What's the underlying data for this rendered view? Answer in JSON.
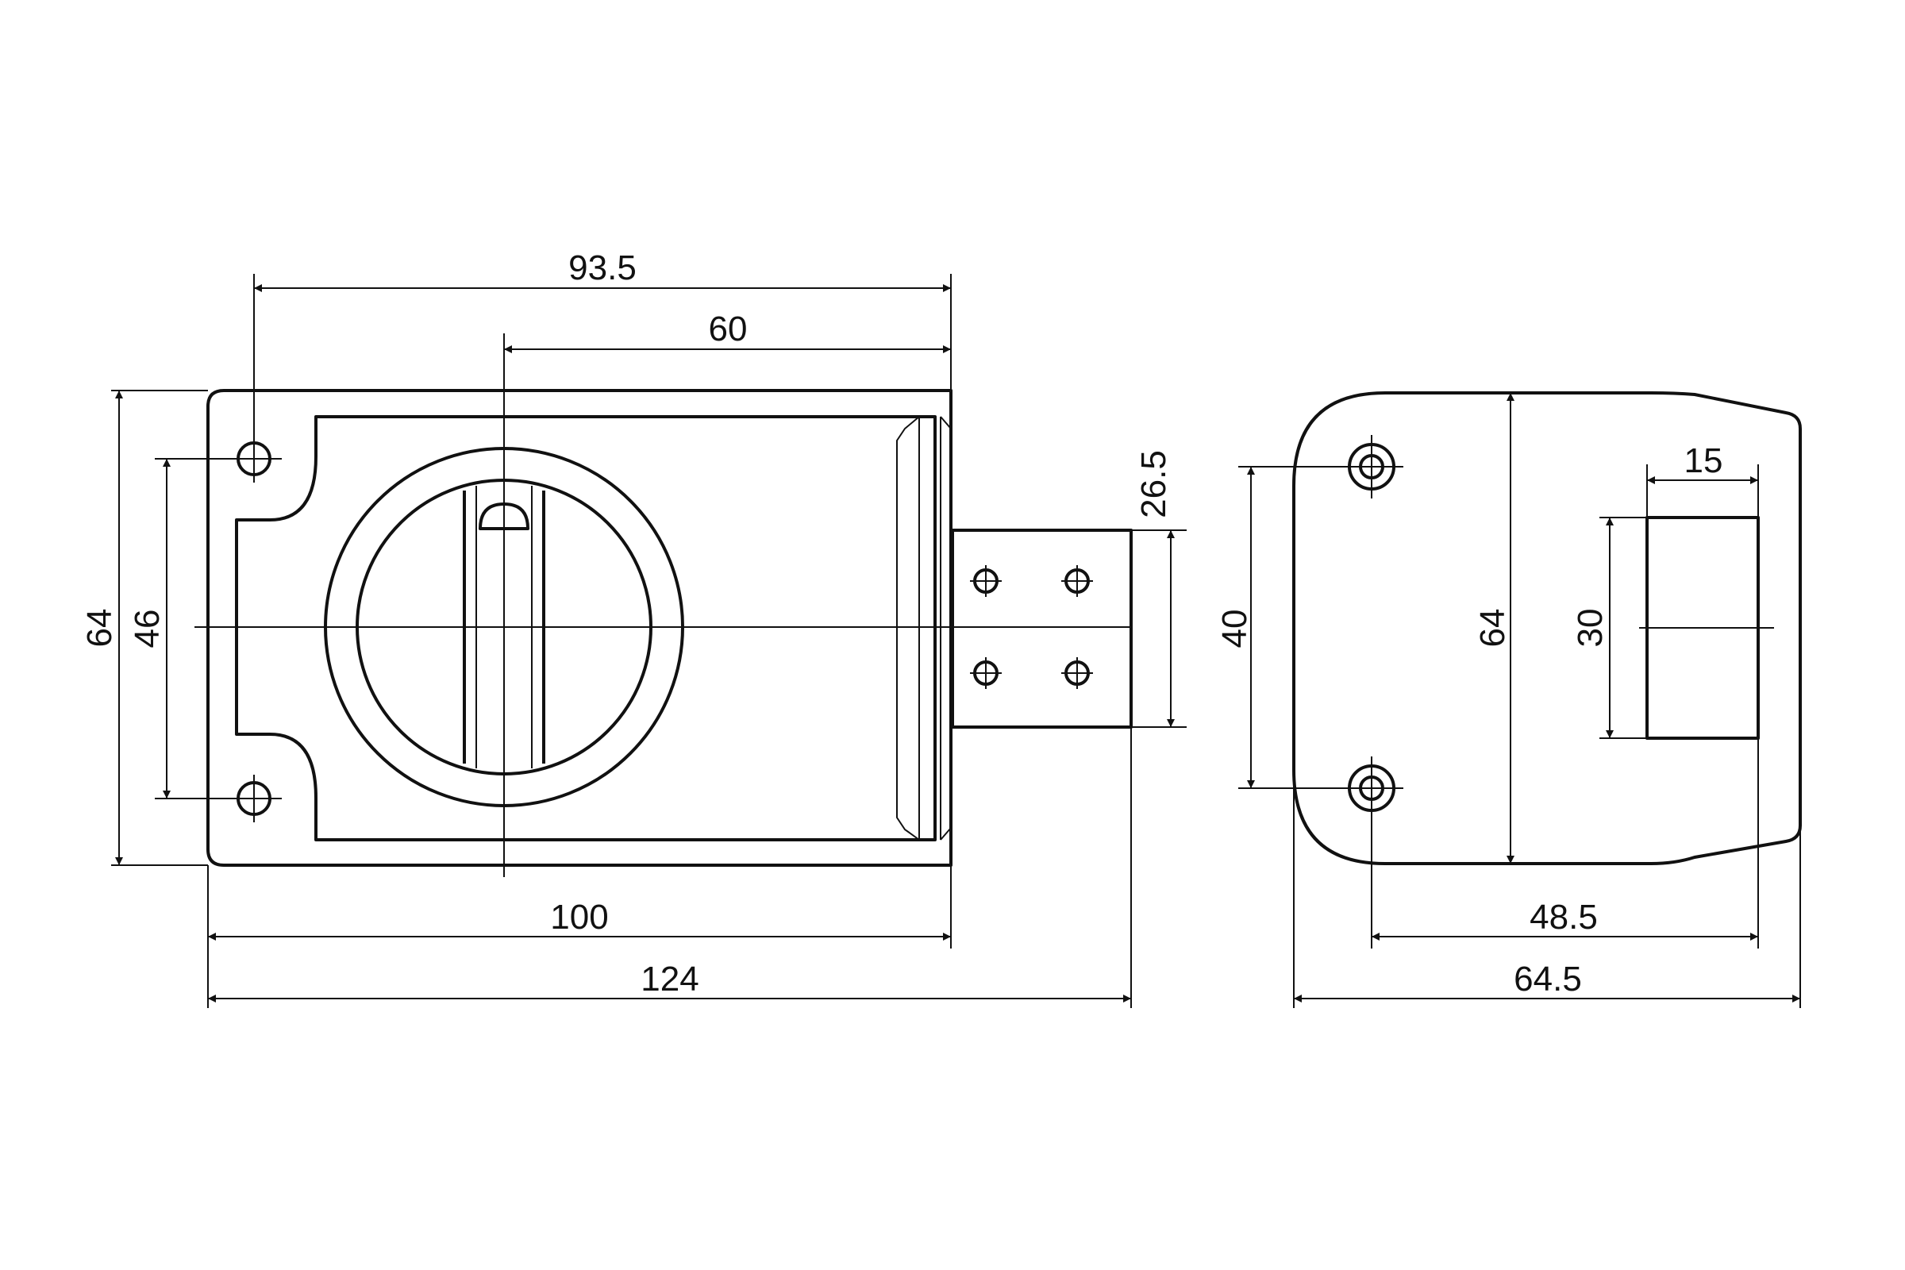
{
  "front_view": {
    "dimensions": {
      "width_93_5": "93.5",
      "width_60": "60",
      "height_64": "64",
      "hole_spacing_46": "46",
      "body_width_100": "100",
      "total_width_124": "124",
      "bolt_height_26_5": "26.5"
    }
  },
  "side_view": {
    "dimensions": {
      "hole_spacing_40": "40",
      "height_64": "64",
      "slot_width_15": "15",
      "slot_height_30": "30",
      "width_48_5": "48.5",
      "width_64_5": "64.5"
    }
  }
}
